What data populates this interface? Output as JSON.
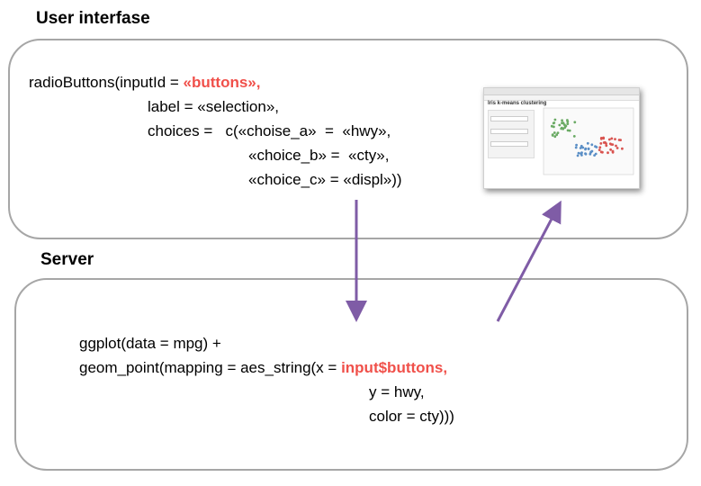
{
  "ui_section": {
    "title": "User interfase",
    "code": {
      "l1_prefix": "radioButtons(inputId = ",
      "l1_highlight": "«buttons»,",
      "l2": "label = «selection»,",
      "l3": "choices =   c(«choise_a»  =  «hwy»,",
      "l4": "«choice_b» =  «cty»,",
      "l5": "«choice_c» = «displ»))"
    }
  },
  "server_section": {
    "title": "Server",
    "code": {
      "l1": "ggplot(data = mpg) +",
      "l2_prefix": "geom_point(mapping = aes_string(x = ",
      "l2_highlight": "input$buttons",
      "l2_suffix": ",",
      "l3": "y = hwy,",
      "l4": "color = cty)))"
    }
  },
  "thumbnail": {
    "app_title": "Iris k-means clustering"
  },
  "colors": {
    "highlight": "#f0504a",
    "arrow": "#7f5ca6",
    "box_border": "#a6a6a6",
    "cluster_green": "#6aaa64",
    "cluster_blue": "#5b8fc6",
    "cluster_red": "#d9534f"
  }
}
